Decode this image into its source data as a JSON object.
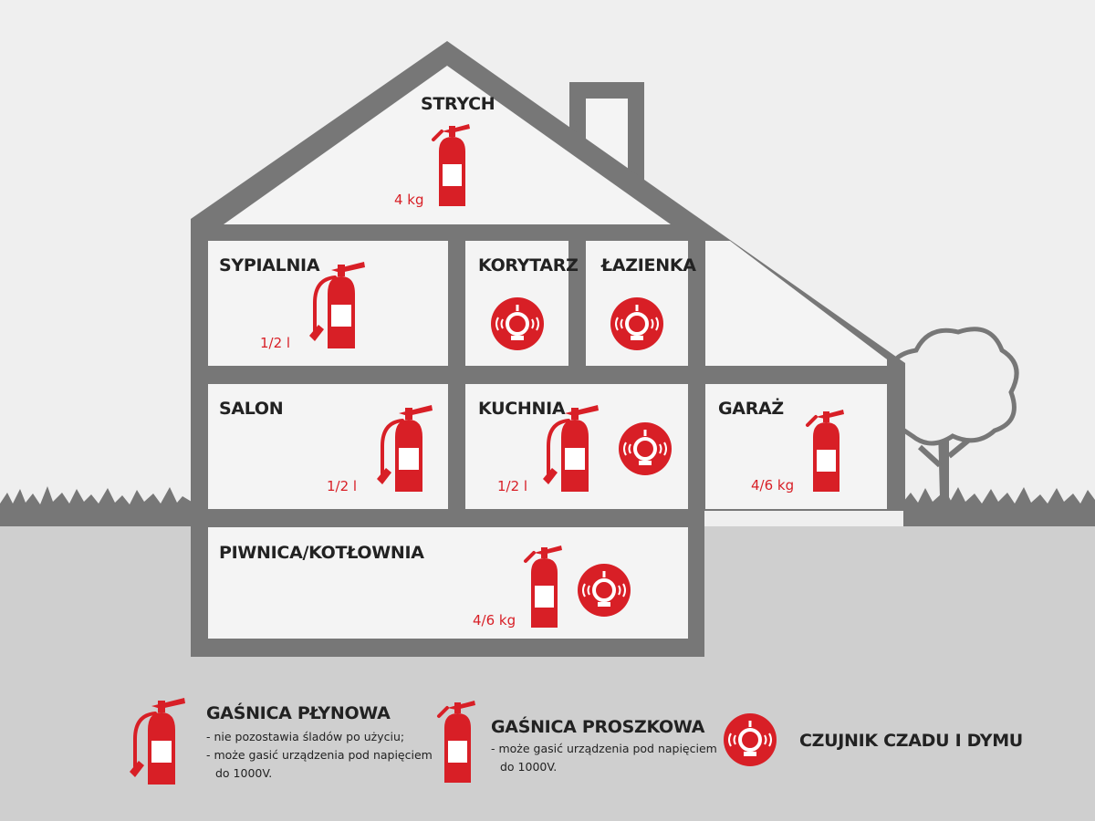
{
  "colors": {
    "background": "#efefef",
    "ground": "#cfcfcf",
    "structure": "#777777",
    "room": "#f4f4f4",
    "accent": "#d81f26",
    "text": "#222222"
  },
  "rooms": {
    "strych": {
      "label": "STRYCH",
      "amount": "4 kg"
    },
    "sypialnia": {
      "label": "SYPIALNIA",
      "amount": "1/2 l"
    },
    "korytarz": {
      "label": "KORYTARZ"
    },
    "lazienka": {
      "label": "ŁAZIENKA"
    },
    "salon": {
      "label": "SALON",
      "amount": "1/2 l"
    },
    "kuchnia": {
      "label": "KUCHNIA",
      "amount": "1/2 l"
    },
    "garaz": {
      "label": "GARAŻ",
      "amount": "4/6 kg"
    },
    "piwnica": {
      "label": "PIWNICA/KOTŁOWNIA",
      "amount": "4/6 kg"
    }
  },
  "legend": {
    "liquid": {
      "title": "GAŚNICA PŁYNOWA",
      "notes": [
        "- nie pozostawia śladów po użyciu;",
        "- może gasić urządzenia pod napięciem",
        "do 1000V."
      ],
      "icon": "liquid-extinguisher-icon"
    },
    "powder": {
      "title": "GAŚNICA PROSZKOWA",
      "notes": [
        "- może gasić urządzenia pod napięciem",
        "do 1000V."
      ],
      "icon": "powder-extinguisher-icon"
    },
    "detector": {
      "title": "CZUJNIK CZADU I DYMU",
      "icon": "smoke-co-detector-icon"
    }
  }
}
